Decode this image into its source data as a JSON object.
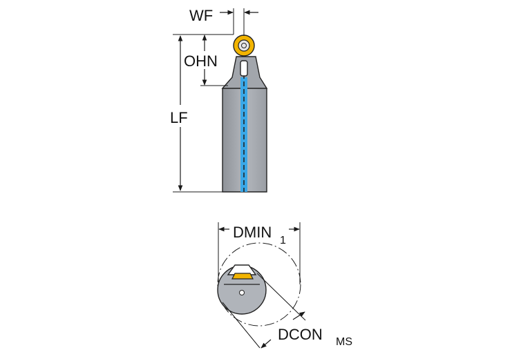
{
  "labels": {
    "wf": "WF",
    "ohn": "OHN",
    "lf": "LF",
    "dmin_main": "DMIN",
    "dmin_sub": "1",
    "dcon_main": "DCON",
    "dcon_sub": "MS"
  },
  "colors": {
    "body_gray": "#a9adb3",
    "body_dark": "#8e9298",
    "coolant_blue": "#3aa8e8",
    "insert_gold": "#f2b400",
    "outline": "#222222",
    "dimension": "#1a1a1a"
  }
}
